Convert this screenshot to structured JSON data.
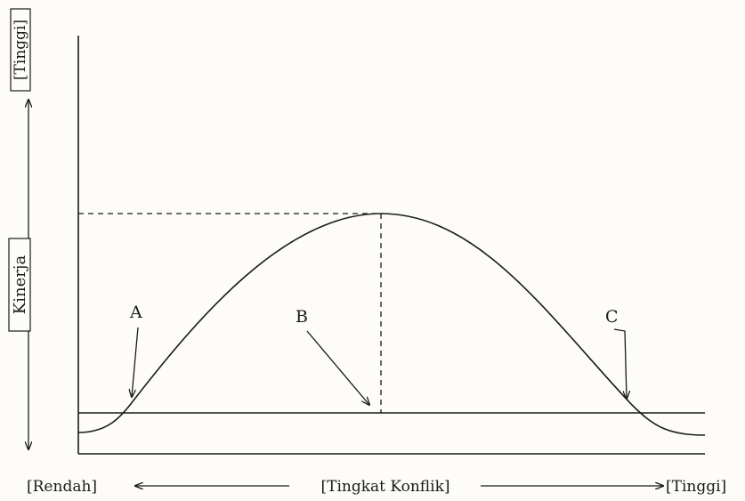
{
  "chart_data": {
    "type": "line",
    "title": "",
    "xaxis": {
      "low_label": "[Rendah]",
      "title": "[Tingkat Konflik]",
      "high_label": "[Tinggi]"
    },
    "yaxis": {
      "title": "Kinerja",
      "high_label": "[Tinggi]"
    },
    "annotations": [
      {
        "label": "A",
        "text": "A"
      },
      {
        "label": "B",
        "text": "B"
      },
      {
        "label": "C",
        "text": "C"
      }
    ],
    "reference_line": {
      "type": "horizontal",
      "style": "solid"
    },
    "optimum": {
      "style": "dashed"
    },
    "grid": false,
    "legend": "none"
  },
  "colors": {
    "ink": "#1a1a1a",
    "background": "#fdfcf9"
  }
}
